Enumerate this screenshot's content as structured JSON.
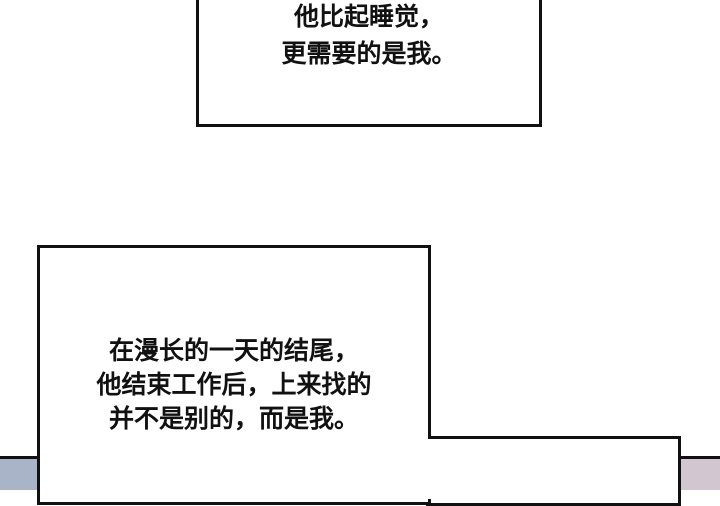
{
  "top_caption": {
    "lines": [
      "他比起睡觉，",
      "更需要的是我。"
    ]
  },
  "bottom_caption": {
    "lines": [
      "在漫长的一天的结尾，",
      "他结束工作后，上来找的",
      "并不是别的，而是我。"
    ]
  },
  "colors": {
    "border": "#111111",
    "box_fill": "#ffffff",
    "left_panel": "#aab4c8",
    "right_panel": "#d2c6d0"
  }
}
